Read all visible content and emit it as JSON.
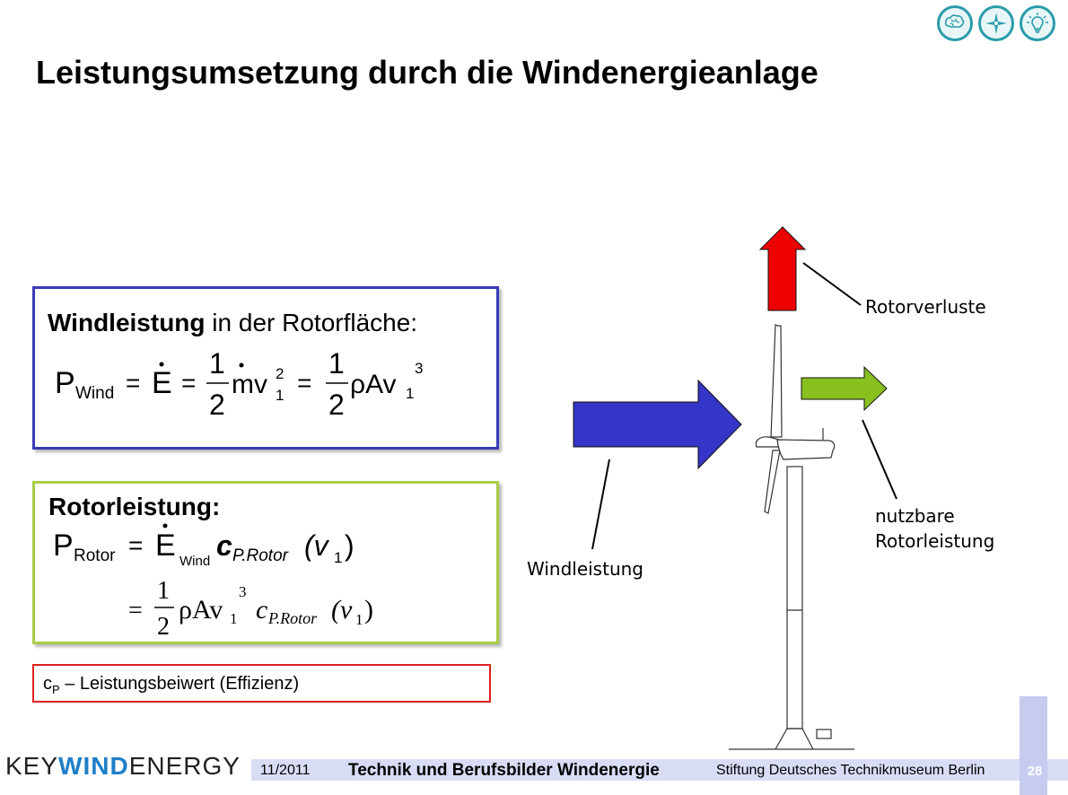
{
  "slide": {
    "title": "Leistungsumsetzung durch die Windenergieanlage"
  },
  "icons": [
    "brain-icon",
    "compass-icon",
    "lightbulb-icon"
  ],
  "wind_box": {
    "heading_bold": "Windleistung",
    "heading_rest": " in der Rotorfläche:",
    "formula": {
      "P": "P",
      "P_sub": "Wind",
      "eq": "=",
      "E": "E",
      "one": "1",
      "two": "2",
      "m": "m",
      "v": "v",
      "v_sub": "1",
      "v_sup2": "2",
      "rhoA": "ρAv",
      "sup3": "3"
    }
  },
  "rotor_box": {
    "heading": "Rotorleistung:",
    "formula": {
      "P": "P",
      "P_sub": "Rotor",
      "eq": "=",
      "E": "E",
      "E_sub": "Wind",
      "c": "c",
      "c_sub": "P.Rotor",
      "v_open": "(v",
      "v_sub": "1",
      "v_close": ")",
      "one": "1",
      "two": "2",
      "rhoA": "ρAv",
      "sup3": "3"
    }
  },
  "cp_box": {
    "symbol": "c",
    "symbol_sub": "P",
    "text": " – Leistungsbeiwert (Effizienz)"
  },
  "diagram": {
    "label_losses": "Rotorverluste",
    "label_useful_1": "nutzbare",
    "label_useful_2": "Rotorleistung",
    "label_wind": "Windleistung",
    "colors": {
      "wind_arrow": "#3535c8",
      "loss_arrow": "#ee0000",
      "useful_arrow": "#88c020"
    }
  },
  "footer": {
    "logo_key": "KEY",
    "logo_wind": "WIND",
    "logo_energy": "ENERGY",
    "date": "11/2011",
    "course": "Technik und Berufsbilder Windenergie",
    "museum": "Stiftung Deutsches Technikmuseum Berlin",
    "page": "28"
  }
}
